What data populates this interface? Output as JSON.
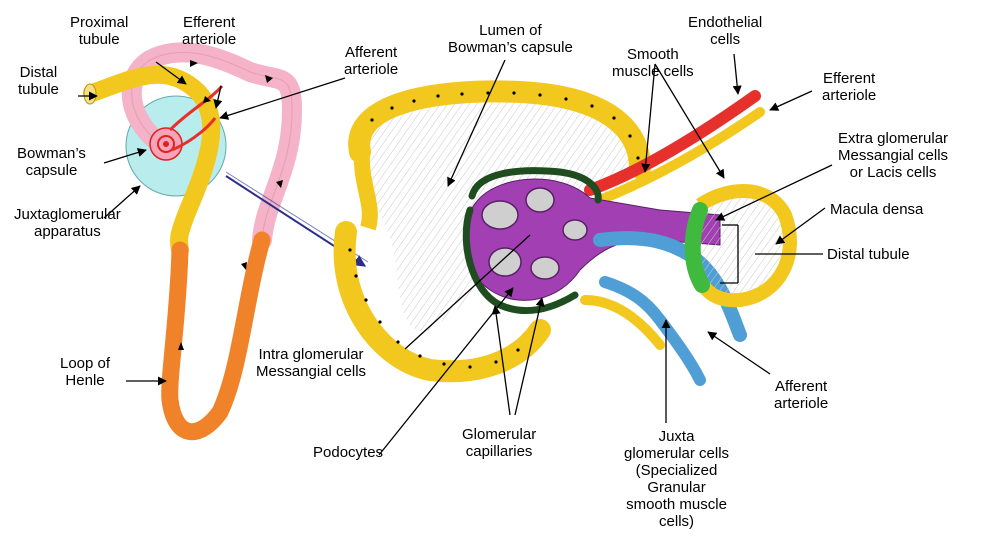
{
  "labels": {
    "proximal_tubule": [
      "Proximal",
      "tubule"
    ],
    "efferent_arteriole_left": [
      "Efferent",
      "arteriole"
    ],
    "afferent_arteriole_left": [
      "Afferent",
      "arteriole"
    ],
    "distal_tubule_left": [
      "Distal",
      "tubule"
    ],
    "bowmans_capsule": [
      "Bowman’s",
      "capsule"
    ],
    "juxtaglomerular_apparatus": [
      "Juxtaglomerular",
      "apparatus"
    ],
    "loop_of_henle": [
      "Loop of",
      "Henle"
    ],
    "lumen_of_bowmans_capsule": [
      "Lumen of",
      "Bowman’s capsule"
    ],
    "smooth_muscle_cells": [
      "Smooth",
      "muscle cells"
    ],
    "endothelial_cells": [
      "Endothelial",
      "cells"
    ],
    "efferent_arteriole_right": [
      "Efferent",
      "arteriole"
    ],
    "extra_glomerular_messangial": [
      "Extra glomerular",
      "Messangial cells",
      "or Lacis cells"
    ],
    "macula_densa": [
      "Macula densa"
    ],
    "distal_tubule_right": [
      "Distal tubule"
    ],
    "intra_glomerular_messangial": [
      "Intra glomerular",
      "Messangial cells"
    ],
    "podocytes": [
      "Podocytes"
    ],
    "glomerular_capillaries": [
      "Glomerular",
      "capillaries"
    ],
    "juxta_glomerular_cells": [
      "Juxta",
      "glomerular cells",
      "(Specialized",
      "Granular",
      "smooth muscle",
      "cells)"
    ],
    "afferent_arteriole_right": [
      "Afferent",
      "arteriole"
    ]
  },
  "colors": {
    "tubule_yellow": "#f2c81f",
    "proximal_pink": "#f4b3c8",
    "loop_orange": "#f0822a",
    "capsule_cyan": "#b9ecec",
    "arteriole_red": "#e5302b",
    "mesangial_purple": "#a23fb2",
    "juxta_blue": "#4f9fd6",
    "macula_green": "#3fba3f",
    "podocyte_dark": "#1f4d1f",
    "connector_navy": "#2b2f8a"
  }
}
